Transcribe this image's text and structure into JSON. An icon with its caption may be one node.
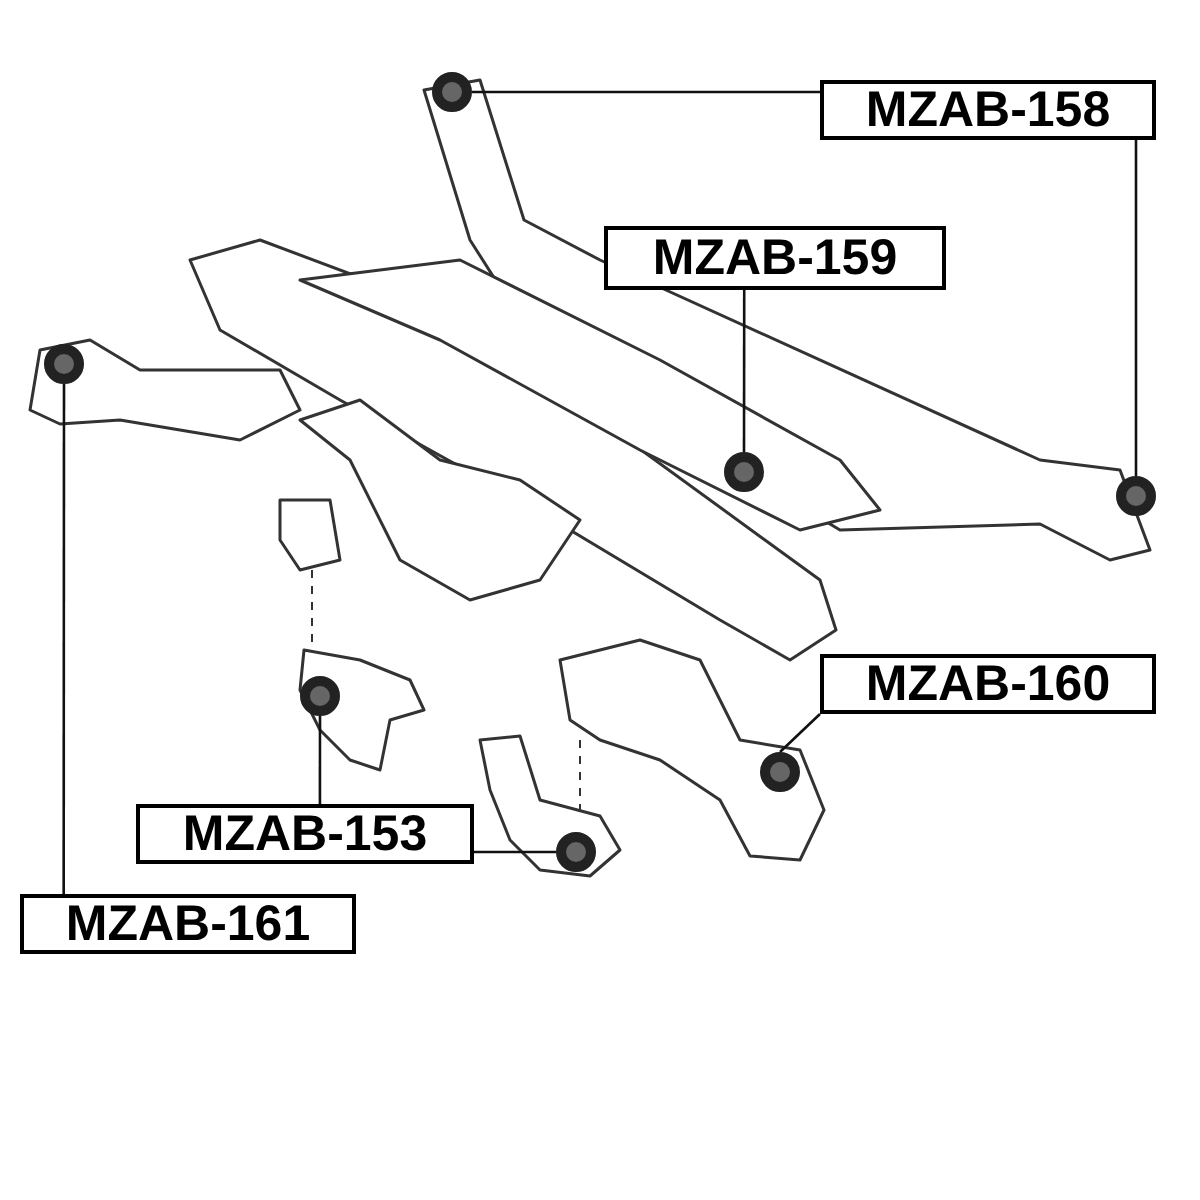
{
  "diagram": {
    "nodes": [
      {
        "text": [
          "MZAB-158"
        ]
      },
      {
        "text": [
          "MZAB-159"
        ]
      },
      {
        "text": [
          "MZAB-160"
        ]
      },
      {
        "text": [
          "MZAB-153"
        ]
      },
      {
        "text": [
          "MZAB-161"
        ]
      },
      {
        "text": [],
        "shape": "circle"
      },
      {
        "text": [],
        "shape": "circle"
      },
      {
        "text": [],
        "shape": "circle"
      },
      {
        "text": [],
        "shape": "circle"
      },
      {
        "text": [],
        "shape": "circle"
      },
      {
        "text": [],
        "shape": "circle"
      },
      {
        "text": [],
        "shape": "circle"
      }
    ],
    "edges": [
      {
        "from": 0,
        "to": 5,
        "arrow": "none"
      },
      {
        "from": 0,
        "to": 6,
        "arrow": "none"
      },
      {
        "from": 1,
        "to": 7,
        "arrow": "none"
      },
      {
        "from": 2,
        "to": 8,
        "arrow": "none"
      },
      {
        "from": 3,
        "to": 9,
        "arrow": "none"
      },
      {
        "from": 3,
        "to": 10,
        "arrow": "none"
      },
      {
        "from": 4,
        "to": 11,
        "arrow": "none"
      }
    ]
  }
}
